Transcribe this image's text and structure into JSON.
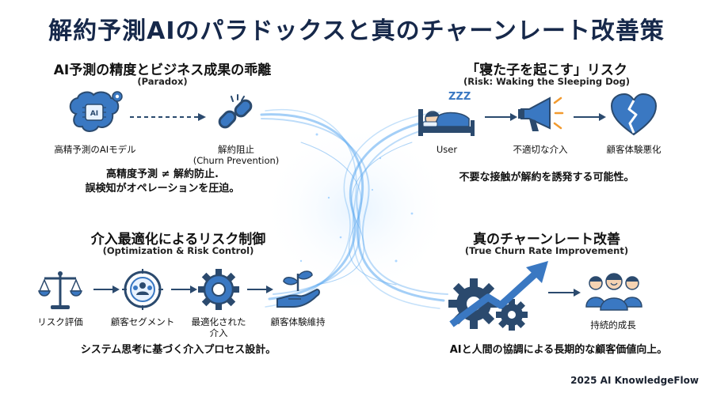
{
  "title": "解約予測AIのパラドックスと真のチャーンレート改善策",
  "sections": {
    "top_left": {
      "title": "AI予測の精度とビジネス成果の乖離",
      "subtitle": "(Paradox)",
      "items": [
        {
          "label": "高精予測のAIモデル"
        },
        {
          "label_line1": "解約阻止",
          "label_line2": "(Churn Prevention)"
        }
      ],
      "desc_line1": "高精度予測 ≠ 解約防止.",
      "desc_line2": "誤検知がオペレーションを圧迫。"
    },
    "top_right": {
      "title": "「寝た子を起こす」リスク",
      "subtitle": "(Risk: Waking the Sleeping Dog)",
      "items": [
        {
          "label": "User"
        },
        {
          "label": "不適切な介入"
        },
        {
          "label": "顧客体験悪化"
        }
      ],
      "desc": "不要な接触が解約を誘発する可能性。"
    },
    "bottom_left": {
      "title": "介入最適化によるリスク制御",
      "subtitle": "(Optimization & Risk Control)",
      "items": [
        {
          "label": "リスク評価"
        },
        {
          "label": "顧客セグメント"
        },
        {
          "label_line1": "最適化された",
          "label_line2": "介入"
        },
        {
          "label": "顧客体験維持"
        }
      ],
      "desc": "システム思考に基づく介入プロセス設計。"
    },
    "bottom_right": {
      "title": "真のチャーンレート改善",
      "subtitle": "(True Churn Rate Improvement)",
      "items": [
        {
          "label": "持続的成長"
        }
      ],
      "desc": "AIと人間の協調による長期的な顧客価値向上。"
    }
  },
  "icons": {
    "ai_chip_text": "AI",
    "sleep_text": "ZZZ"
  },
  "colors": {
    "icon_dark": "#2b4a6e",
    "icon_blue": "#3a78c2",
    "swirl": "#5aa8f0",
    "title": "#16284a"
  },
  "footer": "2025 AI KnowledgeFlow"
}
